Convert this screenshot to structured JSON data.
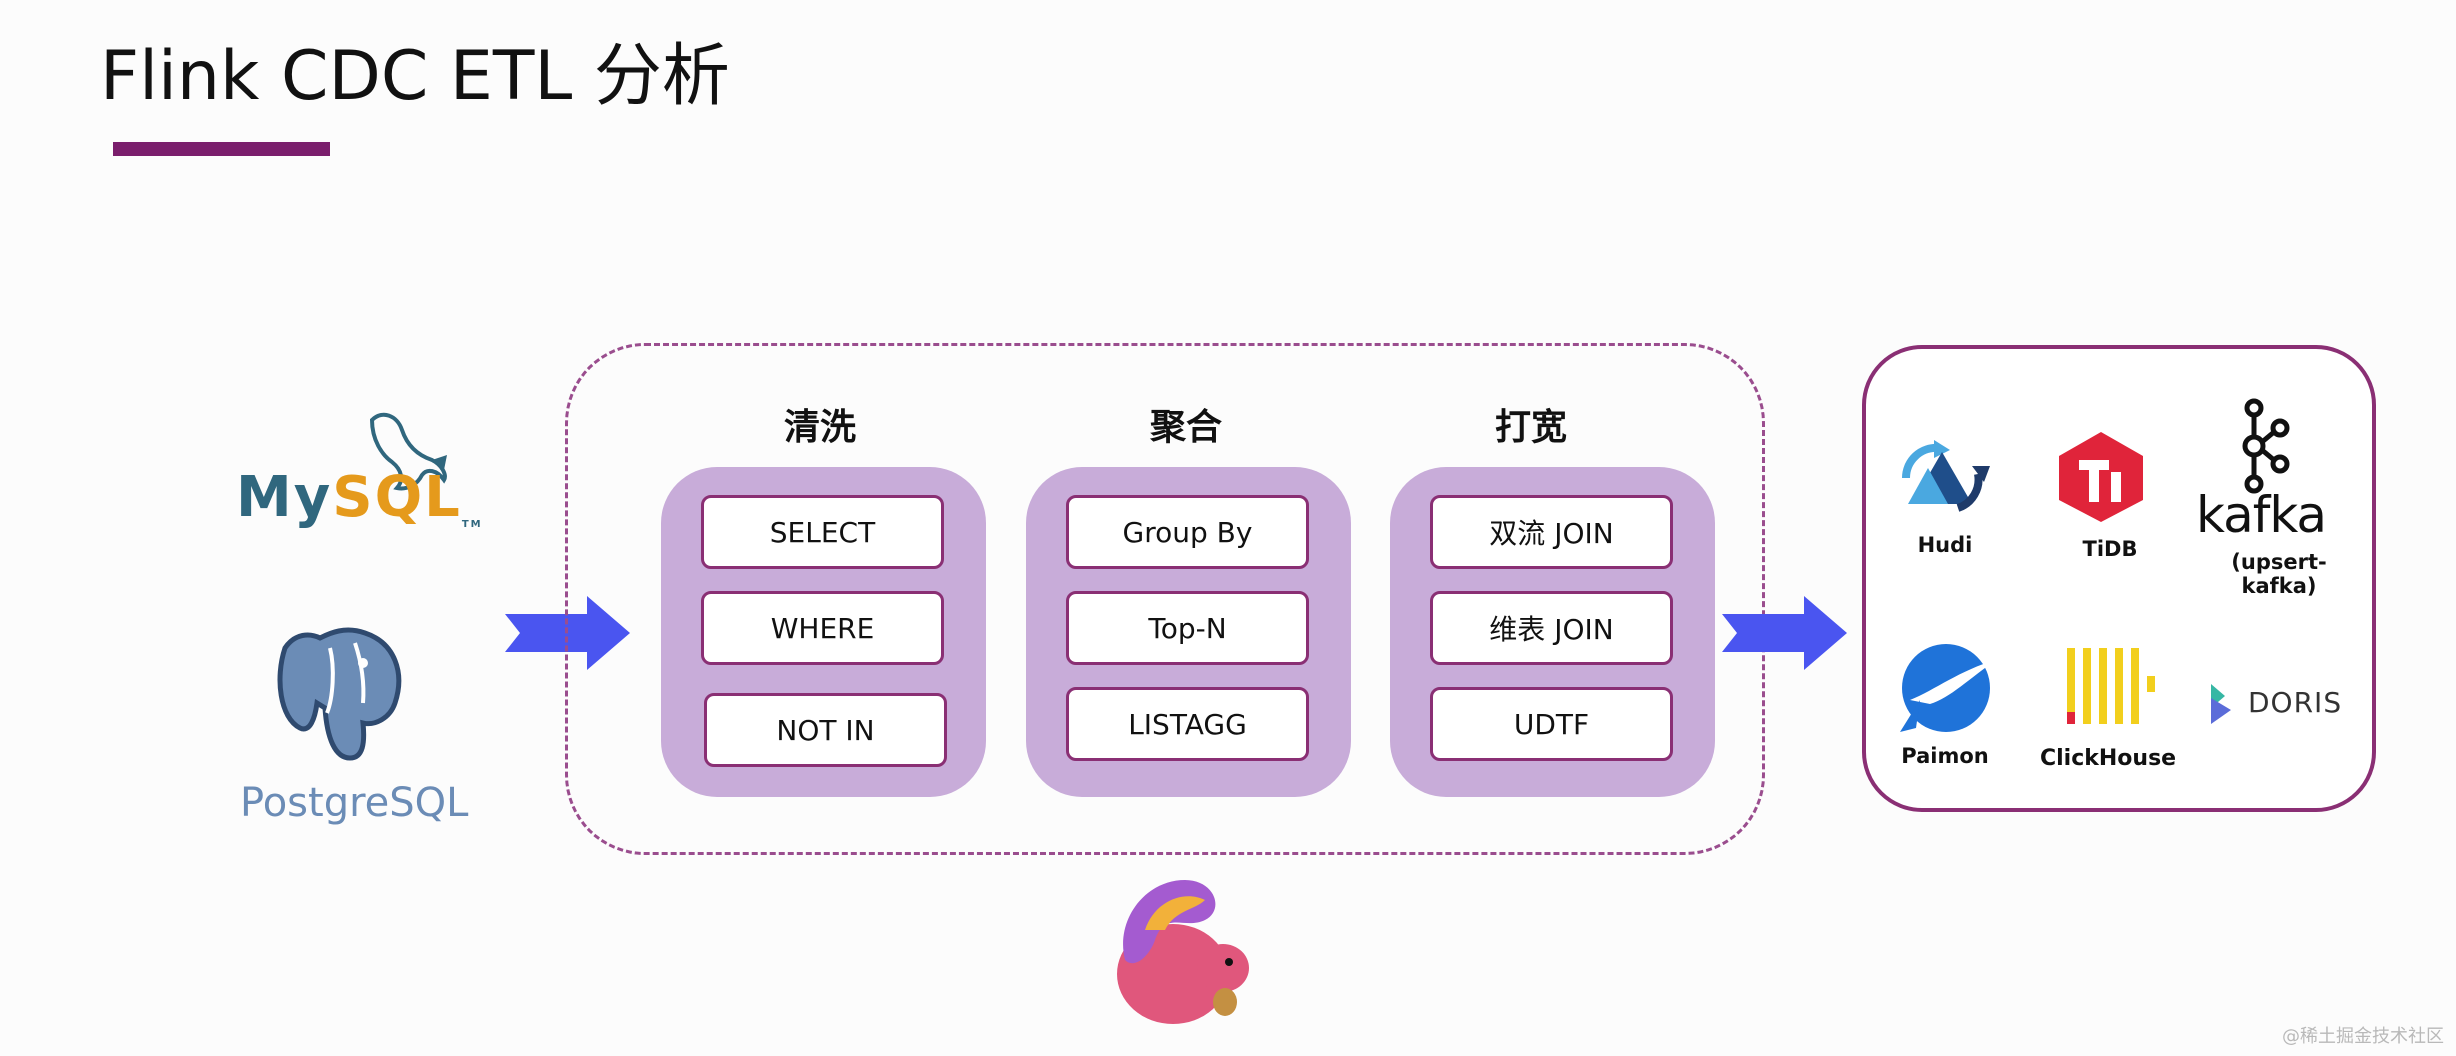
{
  "slide": {
    "title": "Flink CDC ETL 分析"
  },
  "sources": {
    "mysql_my": "My",
    "mysql_sql": "SQL",
    "mysql_tm": "TM",
    "postgres": "PostgreSQL"
  },
  "pipeline": {
    "columns": [
      {
        "title": "清洗",
        "ops": [
          "SELECT",
          "WHERE",
          "NOT IN"
        ]
      },
      {
        "title": "聚合",
        "ops": [
          "Group By",
          "Top-N",
          "LISTAGG"
        ]
      },
      {
        "title": "打宽",
        "ops": [
          "双流 JOIN",
          "维表 JOIN",
          "UDTF"
        ]
      }
    ]
  },
  "sinks": {
    "hudi": "Hudi",
    "tidb": "TiDB",
    "kafka": "kafka",
    "kafka_sub": "(upsert-kafka)",
    "paimon": "Paimon",
    "clickhouse": "ClickHouse",
    "doris": "DORIS"
  },
  "colors": {
    "accent": "#7a1e6c",
    "panel": "#c8acd9",
    "arrow": "#4a55f0"
  },
  "watermark": "@稀土掘金技术社区"
}
